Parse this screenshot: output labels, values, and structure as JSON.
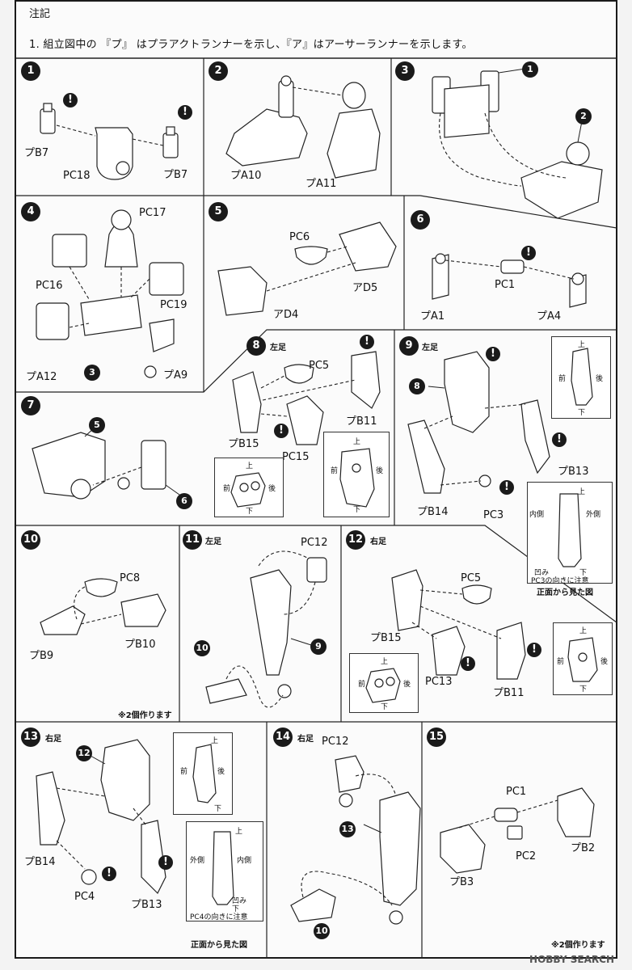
{
  "notes": {
    "title": "注記",
    "line1": "1. 組立図中の 『プ』 はプラアクトランナーを示し、『ア』はアーサーランナーを示します。"
  },
  "labels": {
    "left_foot": "左足",
    "right_foot": "右足",
    "up": "上",
    "down": "下",
    "front": "前",
    "back": "後",
    "inner": "内側",
    "outer": "外側",
    "dent": "凹み",
    "front_view": "正面から見た図",
    "pc3_note": "PC3の向きに注意",
    "pc4_note": "PC4の向きに注意",
    "make_two": "※2個作ります",
    "warn": "!"
  },
  "steps": {
    "s1": {
      "num": "1",
      "parts": [
        "プB7",
        "PC18",
        "プB7"
      ]
    },
    "s2": {
      "num": "2",
      "parts": [
        "プA10",
        "プA11"
      ]
    },
    "s3": {
      "num": "3",
      "refs": [
        "1",
        "2"
      ]
    },
    "s4": {
      "num": "4",
      "parts": [
        "PC17",
        "PC16",
        "PC19",
        "プA12",
        "プA9"
      ],
      "ref": "3"
    },
    "s5": {
      "num": "5",
      "parts": [
        "PC6",
        "アD5",
        "アD4"
      ]
    },
    "s6": {
      "num": "6",
      "parts": [
        "PC1",
        "プA1",
        "プA4"
      ]
    },
    "s7": {
      "num": "7",
      "refs": [
        "5",
        "6"
      ]
    },
    "s8": {
      "num": "8",
      "parts": [
        "PC5",
        "プB11",
        "プB15",
        "PC15"
      ]
    },
    "s9": {
      "num": "9",
      "parts": [
        "プB13",
        "プB14",
        "PC3"
      ],
      "ref": "8"
    },
    "s10": {
      "num": "10",
      "parts": [
        "PC8",
        "プB9",
        "プB10"
      ]
    },
    "s11": {
      "num": "11",
      "parts": [
        "PC12"
      ],
      "refs": [
        "10",
        "9"
      ]
    },
    "s12": {
      "num": "12",
      "parts": [
        "PC5",
        "プB15",
        "PC13",
        "プB11"
      ]
    },
    "s13": {
      "num": "13",
      "parts": [
        "プB14",
        "PC4",
        "プB13"
      ],
      "ref": "12"
    },
    "s14": {
      "num": "14",
      "parts": [
        "PC12"
      ],
      "refs": [
        "13",
        "10"
      ]
    },
    "s15": {
      "num": "15",
      "parts": [
        "PC1",
        "PC2",
        "プB2",
        "プB3"
      ]
    }
  },
  "watermark": "HOBBY SEARCH"
}
